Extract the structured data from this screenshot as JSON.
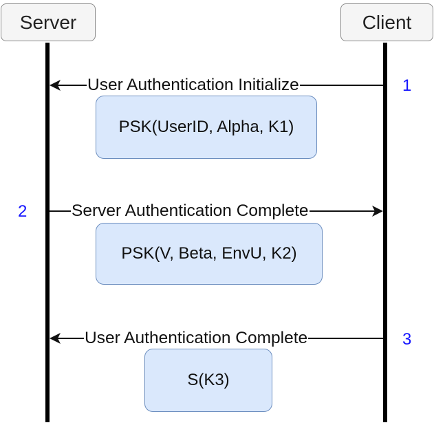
{
  "actors": {
    "server": "Server",
    "client": "Client"
  },
  "messages": [
    {
      "step": "1",
      "label": "User Authentication Initialize",
      "direction": "client-to-server",
      "payload": "PSK(UserID, Alpha, K1)"
    },
    {
      "step": "2",
      "label": "Server Authentication Complete",
      "direction": "server-to-client",
      "payload": "PSK(V, Beta, EnvU, K2)"
    },
    {
      "step": "3",
      "label": "User Authentication Complete",
      "direction": "client-to-server",
      "payload": "S(K3)"
    }
  ],
  "colors": {
    "step_number": "#1515ff",
    "payload_fill": "#dae8fc",
    "payload_border": "#6c8ebf",
    "actor_fill": "#f5f5f5",
    "line": "#000000"
  }
}
